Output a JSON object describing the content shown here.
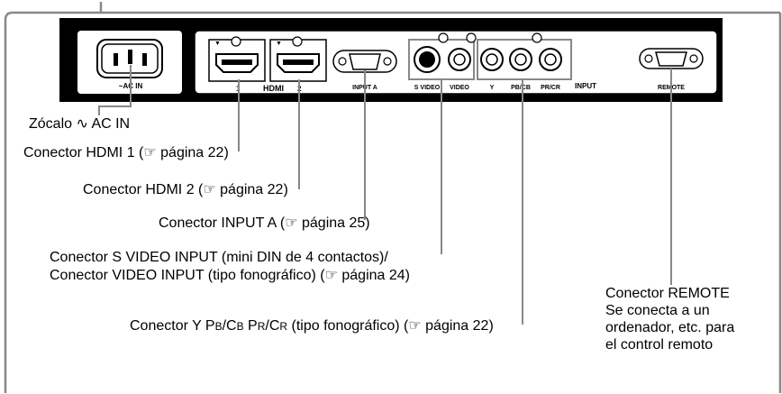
{
  "panel": {
    "ac_in": "~AC IN",
    "hdmi_logo": "HDMI",
    "hdmi1_num": "1",
    "hdmi2_num": "2",
    "input_a": "INPUT A",
    "s_video": "S VIDEO",
    "video": "VIDEO",
    "y": "Y",
    "pb_cb": "PB/CB",
    "pr_cr": "PR/CR",
    "input": "INPUT",
    "remote": "REMOTE"
  },
  "callouts": {
    "ac_in": "Zócalo ∿ AC IN",
    "hdmi1": "Conector HDMI 1 (☞ página 22)",
    "hdmi2": "Conector HDMI 2 (☞ página 22)",
    "input_a": "Conector INPUT A (☞ página 25)",
    "svideo_line1": "Conector S VIDEO INPUT (mini DIN de 4 contactos)/",
    "svideo_line2": "Conector VIDEO INPUT (tipo fonográfico) (☞ página 24)",
    "ypbpr_pre": "Conector Y P",
    "ypbpr_b1": "B",
    "ypbpr_mid1": "/C",
    "ypbpr_b2": "B",
    "ypbpr_mid2": " P",
    "ypbpr_r1": "R",
    "ypbpr_mid3": "/C",
    "ypbpr_r2": "R",
    "ypbpr_post": " (tipo fonográfico) (☞ página 22)",
    "remote_line1": "Conector REMOTE",
    "remote_line2": "Se conecta a un",
    "remote_line3": "ordenador, etc. para",
    "remote_line4": "el control remoto"
  }
}
